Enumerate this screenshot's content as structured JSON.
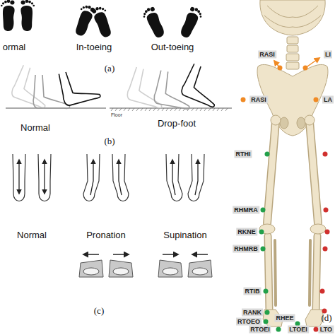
{
  "diagram": {
    "labels": [
      "ormal",
      "In-toeing",
      "Out-toeing",
      "(a)",
      "Normal",
      "Drop-foot",
      "Floor",
      "(b)",
      "Normal",
      "Pronation",
      "Supination",
      "(c)",
      "RASI",
      "LI",
      "RASI",
      "LA",
      "RTHI",
      "RHMRA",
      "RKNE",
      "RHMRB",
      "RTIB",
      "RANK",
      "RHEE",
      "RTOEO",
      "RTOEI",
      "LTOEI",
      "LTO",
      "(d)"
    ]
  }
}
